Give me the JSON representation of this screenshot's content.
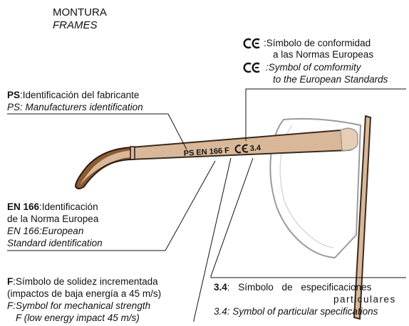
{
  "header": {
    "title_es": "MONTURA",
    "title_en": "FRAMES"
  },
  "ce_block": {
    "mark": "CE",
    "es_line1": ":Símbolo de conformidad",
    "es_line2": "a las Normas Europeas",
    "en_line1": ":Symbol of comformity",
    "en_line2": "to the European Standards"
  },
  "ps_block": {
    "code": "PS",
    "es_text": ":Identificación del fabricante",
    "en_text": "PS: Manufacturers identification"
  },
  "en166_block": {
    "code": "EN 166",
    "es_line1": ":Identificación",
    "es_line2": "de la Norma Europea",
    "en_line1": "EN 166:European",
    "en_line2": "Standard identification"
  },
  "f_block": {
    "code": "F",
    "es_line1": ":Símbolo de solidez incrementada",
    "es_line2": "(impactos de baja energía a 45 m/s)",
    "en_line1": "F:Symbol for mechanical strength",
    "en_line2": "F (low energy impact 45 m/s)"
  },
  "spec_block": {
    "code": "3.4",
    "es_text": ": Símbolo de especificaciones",
    "es_line2": "particulares",
    "en_text": "3.4: Symbol of particular specifications"
  },
  "temple_marking": {
    "text": "PS EN 166 F",
    "ce": "CE",
    "spec": "3.4"
  },
  "colors": {
    "frame_fill": "#d9b89a",
    "frame_outline": "#3a2a1e",
    "lens_outline": "#9a9a9a"
  }
}
